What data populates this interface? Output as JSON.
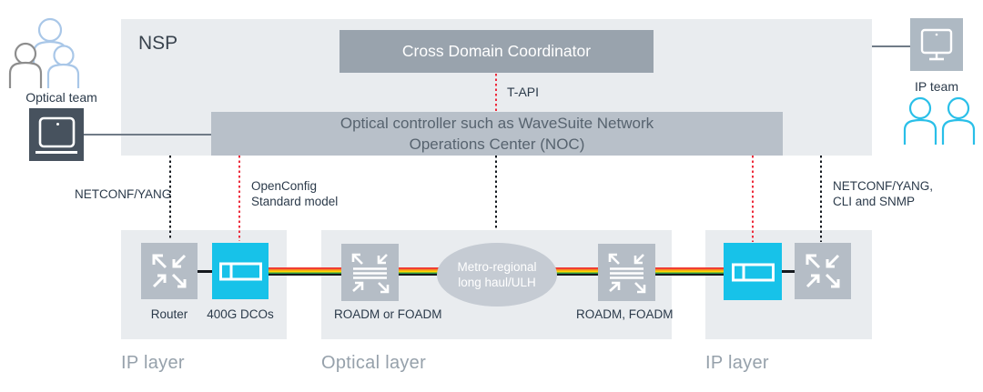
{
  "nsp_label": "NSP",
  "cdc_label": "Cross Domain Coordinator",
  "tapi_label": "T-API",
  "controller": {
    "line1": "Optical controller such as WaveSuite Network",
    "line2": "Operations Center (NOC)"
  },
  "teams": {
    "optical": "Optical team",
    "ip": "IP team"
  },
  "protocols": {
    "left": "NETCONF/YANG",
    "openconfig_l1": "OpenConfig",
    "openconfig_l2": "Standard model",
    "right_l1": "NETCONF/YANG,",
    "right_l2": "CLI and SNMP"
  },
  "devices": {
    "router": "Router",
    "dco": "400G DCOs",
    "roadm_left": "ROADM or FOADM",
    "roadm_right": "ROADM, FOADM",
    "metro_l1": "Metro-regional",
    "metro_l2": "long haul/ULH"
  },
  "layers": {
    "left": "IP layer",
    "center": "Optical layer",
    "right": "IP layer"
  },
  "colors": {
    "accent_cyan": "#17c2e9",
    "red_dotted": "#ee2c3c",
    "black_dotted": "#161b21",
    "cdc_gray": "#99a3ad",
    "controller_gray": "#b8c0c9",
    "panel_gray": "#e9ecef",
    "icon_gray": "#b5bdc6",
    "ellipse_gray": "#c5cbd3",
    "laptop_box": "#47525e",
    "ipteam_box": "#aeb9c3",
    "people_blue": "#a9c7e8",
    "people_gray": "#8d8d8d",
    "people_cyan": "#29bfe8",
    "fiber_stripes": [
      "#ef3e33",
      "#f68b1f",
      "#ffd500",
      "#2f9e49",
      "#15191e"
    ]
  },
  "icons": [
    "people-group-icon",
    "laptop-icon",
    "monitor-icon",
    "people-pair-icon",
    "router-icon",
    "dco-module-icon",
    "roadm-icon"
  ]
}
